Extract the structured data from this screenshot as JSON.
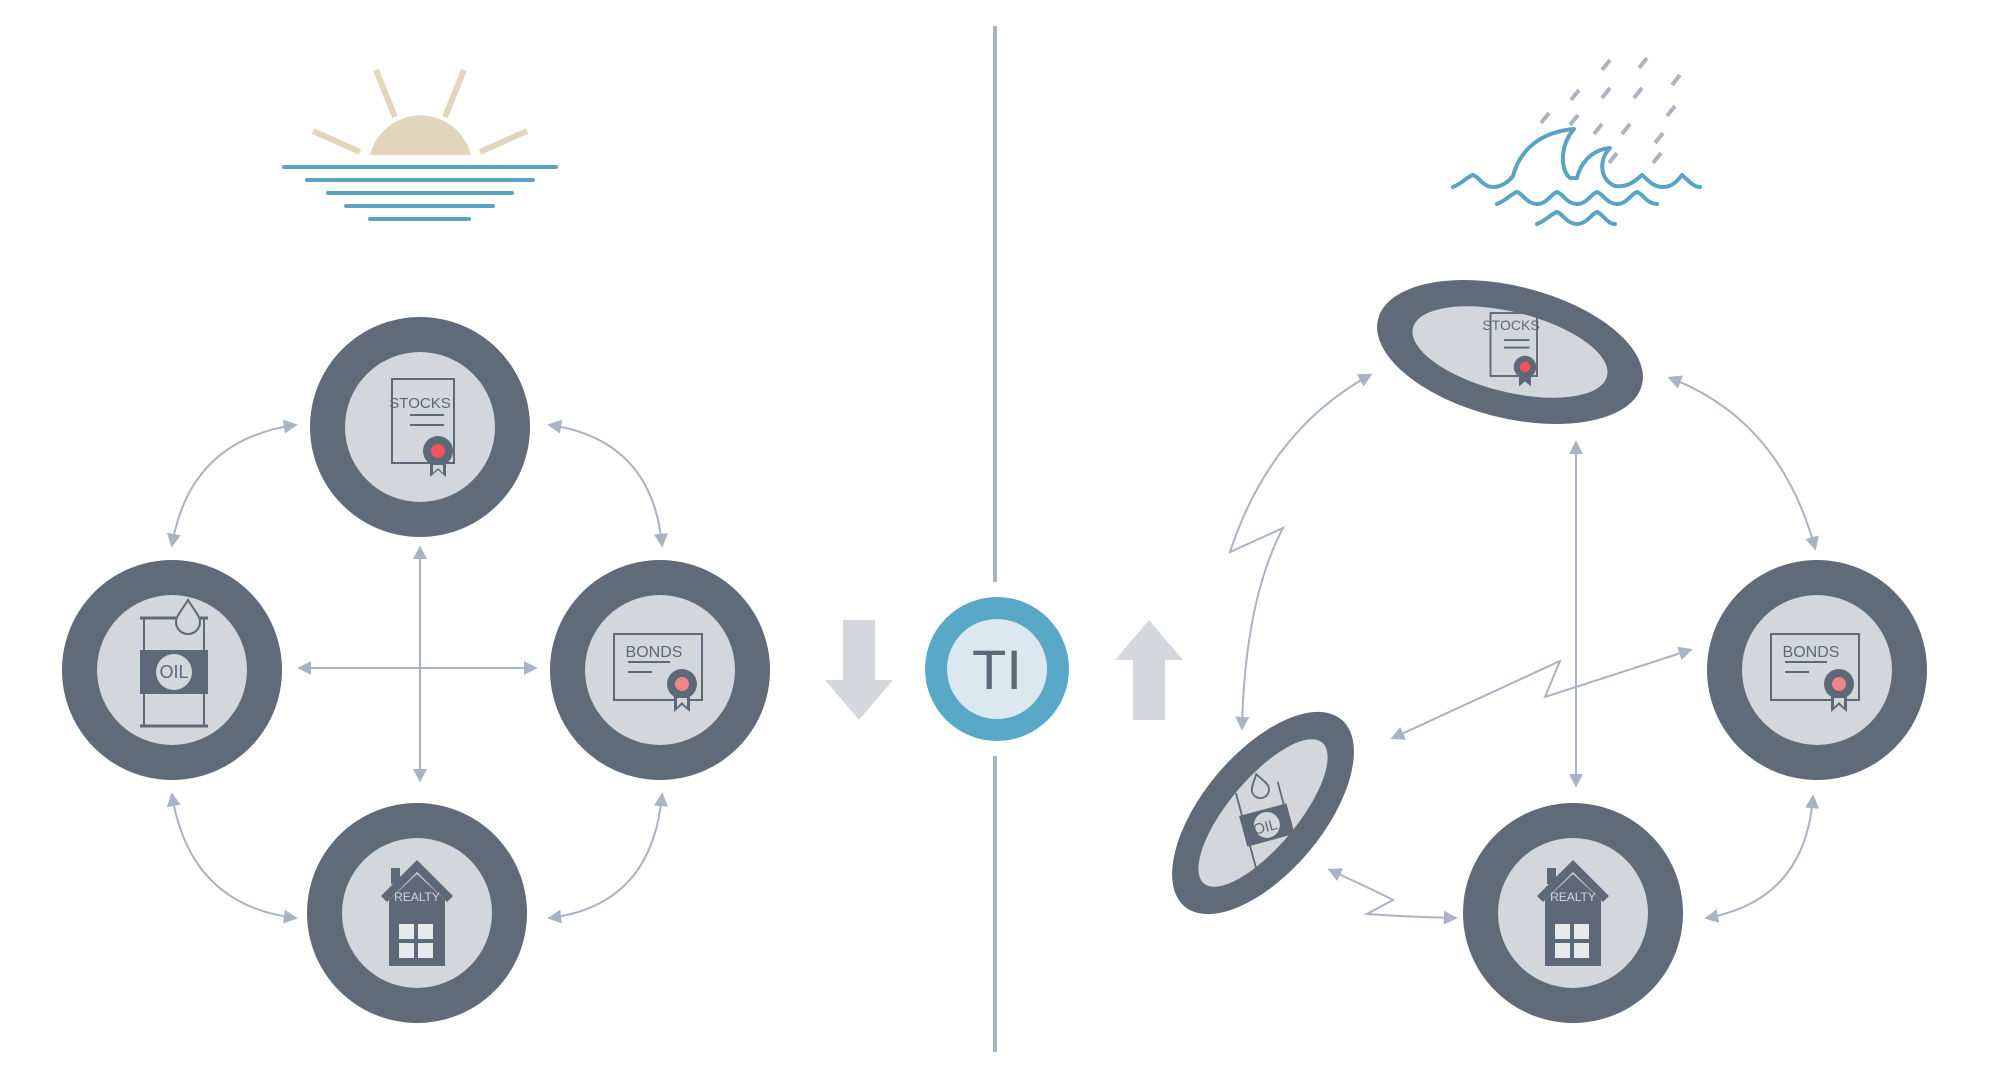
{
  "colors": {
    "ring": "#606b7a",
    "disc": "#d3d6db",
    "icon": "#5d6878",
    "seal": "#f2535a",
    "seal_bonds": "#ef8585",
    "arrow": "#aab3c2",
    "divider": "#aab3c2",
    "water": "#5aa3c2",
    "sun": "#e2d5bd",
    "rain": "#adb3c0",
    "ti_ring": "#5aa8c8",
    "ti_disc": "#dbe8ef",
    "ti_text": "#5d6878",
    "big_arrow": "#d4d7dc"
  },
  "left_panel": {
    "scene": "sunset-calm-sea",
    "nodes": {
      "stocks": {
        "label": "STOCKS"
      },
      "oil": {
        "label": "OIL"
      },
      "bonds": {
        "label": "BONDS"
      },
      "realty": {
        "label": "REALTY"
      }
    }
  },
  "center": {
    "badge": {
      "label": "TI"
    },
    "down_arrow": "arrow-down-icon",
    "up_arrow": "arrow-up-icon"
  },
  "right_panel": {
    "scene": "stormy-waves-rain",
    "nodes": {
      "stocks": {
        "label": "STOCKS"
      },
      "oil": {
        "label": "OIL"
      },
      "bonds": {
        "label": "BONDS"
      },
      "realty": {
        "label": "REALTY"
      }
    }
  }
}
